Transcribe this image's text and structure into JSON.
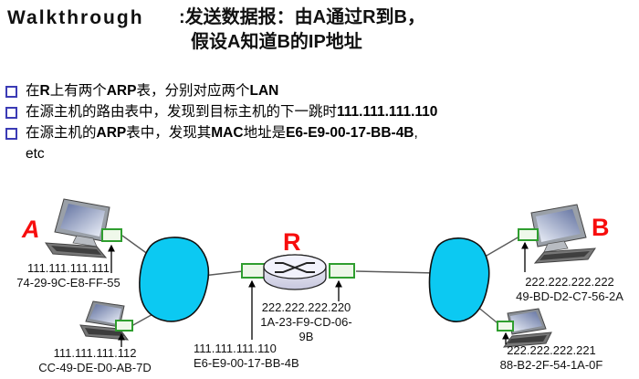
{
  "title": {
    "keyword": "Walkthrough",
    "line1": ":发送数据报：由A通过R到B，",
    "line2": "假设A知道B的IP地址"
  },
  "bullets": [
    [
      {
        "t": "在"
      },
      {
        "t": "R",
        "b": true
      },
      {
        "t": "上有两个"
      },
      {
        "t": "ARP",
        "b": true
      },
      {
        "t": "表，分别对应两个"
      },
      {
        "t": "LAN",
        "b": true
      }
    ],
    [
      {
        "t": "在源主机的路由表中，发现到目标主机的下一跳时"
      },
      {
        "t": "111.111.111.110",
        "b": true
      }
    ],
    [
      {
        "t": "在源主机的"
      },
      {
        "t": "ARP",
        "b": true
      },
      {
        "t": "表中，发现其"
      },
      {
        "t": "MAC",
        "b": true
      },
      {
        "t": "地址是"
      },
      {
        "t": "E6-E9-00-17-BB-4B",
        "b": true
      },
      {
        "t": ","
      },
      {
        "br": true
      },
      {
        "t": "etc"
      }
    ]
  ],
  "diagram": {
    "a_letter": "A",
    "r_letter": "R",
    "b_letter": "B",
    "host_a": {
      "ip": "111.111.111.111",
      "mac": "74-29-9C-E8-FF-55"
    },
    "host_a2": {
      "ip": "111.111.111.112",
      "mac": "CC-49-DE-D0-AB-7D"
    },
    "router_if_left": {
      "ip": "111.111.111.110",
      "mac": "E6-E9-00-17-BB-4B"
    },
    "router_if_right": {
      "ip": "222.222.222.220",
      "mac": "1A-23-F9-CD-06-9B"
    },
    "host_b": {
      "ip": "222.222.222.222",
      "mac": "49-BD-D2-C7-56-2A"
    },
    "host_b2": {
      "ip": "222.222.222.221",
      "mac": "88-B2-2F-54-1A-0F"
    }
  },
  "colors": {
    "accent_red": "#f70d0d",
    "cloud_fill": "#0cc9f2",
    "nic_green": "#2f9e2f",
    "bullet_blue": "#3b3bb5"
  }
}
